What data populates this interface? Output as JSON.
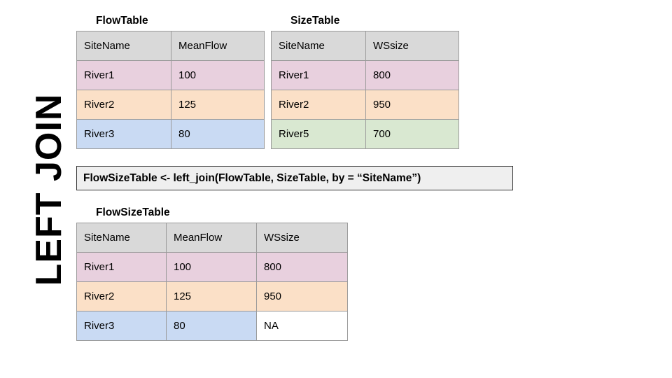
{
  "diagram": {
    "side_label": "LEFT JOIN",
    "code_statement": "FlowSizeTable <- left_join(FlowTable, SizeTable, by = “SiteName”)"
  },
  "colors": {
    "header": "#d9d9d9",
    "pink": "#e8d0de",
    "peach": "#fbe0c7",
    "blue": "#c9daf3",
    "green": "#d9e8d1",
    "na_cell": "#ffffff",
    "border": "#9a9a9a",
    "code_box_fill": "#efefef",
    "code_box_border": "#333333"
  },
  "flow_table": {
    "title": "FlowTable",
    "columns": [
      "SiteName",
      "MeanFlow"
    ],
    "rows": [
      {
        "site": "River1",
        "value": "100"
      },
      {
        "site": "River2",
        "value": "125"
      },
      {
        "site": "River3",
        "value": "80"
      }
    ]
  },
  "size_table": {
    "title": "SizeTable",
    "columns": [
      "SiteName",
      "WSsize"
    ],
    "rows": [
      {
        "site": "River1",
        "value": "800"
      },
      {
        "site": "River2",
        "value": "950"
      },
      {
        "site": "River5",
        "value": "700"
      }
    ]
  },
  "result_table": {
    "title": "FlowSizeTable",
    "columns": [
      "SiteName",
      "MeanFlow",
      "WSsize"
    ],
    "rows": [
      {
        "site": "River1",
        "flow": "100",
        "size": "800"
      },
      {
        "site": "River2",
        "flow": "125",
        "size": "950"
      },
      {
        "site": "River3",
        "flow": "80",
        "size": "NA"
      }
    ]
  }
}
